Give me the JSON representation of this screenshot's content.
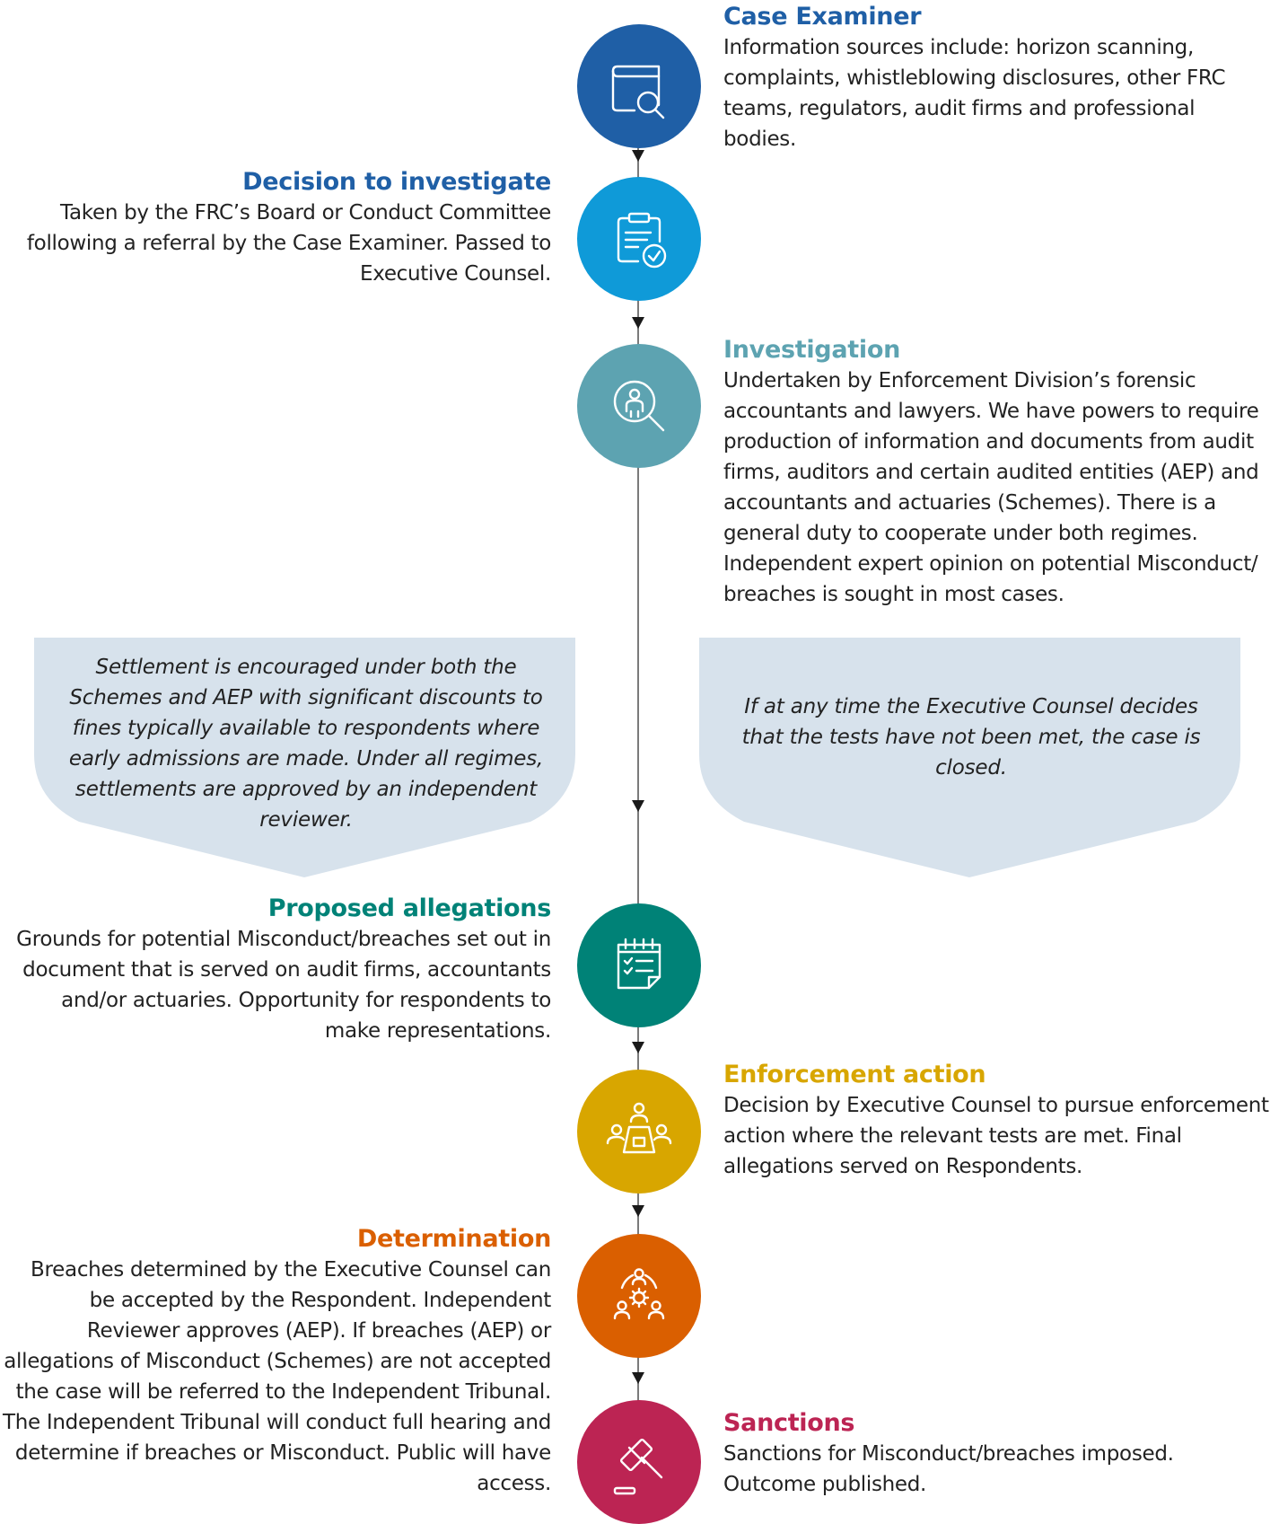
{
  "steps": {
    "case_examiner": {
      "title": "Case Examiner",
      "description": "Information sources include: horizon scanning, complaints, whistleblowing disclosures, other FRC teams, regulators, audit firms and professional bodies.",
      "color": "#1f5fa6",
      "icon": "book-search-icon"
    },
    "decision": {
      "title": "Decision to investigate",
      "description": "Taken by the FRC’s Board or Conduct Committee following a referral by the Case Examiner. Passed to Executive Counsel.",
      "color": "#0f9ad8",
      "icon": "clipboard-check-icon"
    },
    "investigation": {
      "title": "Investigation",
      "description": "Undertaken by Enforcement Division’s forensic accountants and lawyers. We have powers to require production of information and documents from audit firms, auditors and certain audited entities (AEP) and accountants and actuaries (Schemes). There is a general duty to cooperate under both regimes. Independent expert opinion on potential Misconduct/ breaches is sought in most cases.",
      "color": "#5da3b1",
      "icon": "person-search-icon"
    },
    "proposed": {
      "title": "Proposed allegations",
      "description": "Grounds for potential Misconduct/breaches set out in document that is served on audit firms, accountants and/or actuaries. Opportunity for respondents to make representations.",
      "color": "#008277",
      "icon": "calendar-checklist-icon"
    },
    "enforcement": {
      "title": "Enforcement action",
      "description": "Decision by Executive Counsel to pursue enforcement action where the relevant tests are met. Final allegations served on Respondents.",
      "color": "#d8a600",
      "icon": "meeting-table-icon"
    },
    "determination": {
      "title": "Determination",
      "description": "Breaches determined by the Executive Counsel can be accepted by the Respondent. Independent Reviewer approves (AEP). If breaches (AEP) or allegations of Misconduct (Schemes) are not accepted the case will be referred to the Independent Tribunal. The Independent Tribunal will conduct full hearing and determine if breaches or Misconduct. Public will have access.",
      "color": "#da5f00",
      "icon": "team-gear-icon"
    },
    "sanctions": {
      "title": "Sanctions",
      "description": "Sanctions for Misconduct/breaches imposed. Outcome published.",
      "color": "#bc2453",
      "icon": "gavel-icon"
    }
  },
  "callouts": {
    "settlement": "Settlement is encouraged under both the Schemes and AEP with significant discounts to fines typically available to respondents where early admissions are made. Under all regimes, settlements are approved by an independent reviewer.",
    "closed": "If at any time the Executive Counsel decides that the tests have not been met, the case is closed.",
    "fill": "#d7e2ec"
  },
  "line_color": "#7a7a7a"
}
